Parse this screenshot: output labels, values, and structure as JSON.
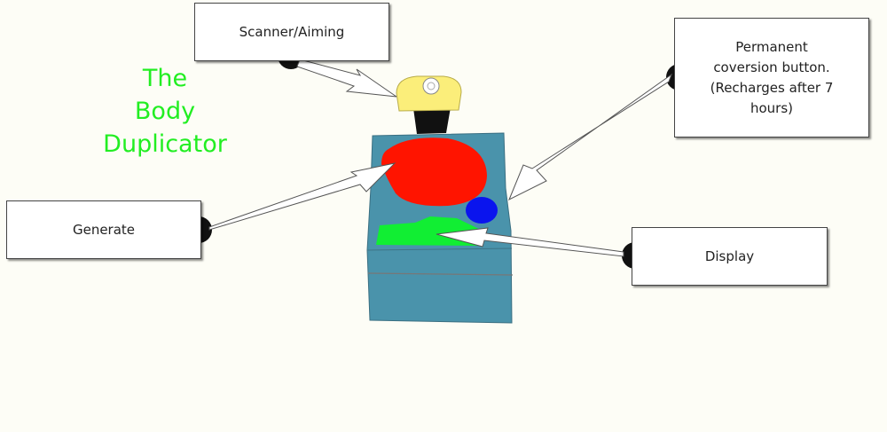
{
  "title": "The\nBody\nDuplicator",
  "callouts": {
    "scanner": "Scanner/Aiming",
    "conversion_button": "Permanent\ncoversion button.\n(Recharges after 7\nhours)",
    "generate": "Generate",
    "display": "Display"
  },
  "colors": {
    "title_green": "#22ee22",
    "body_blue": "#4a93ab",
    "generator_red": "#ff1400",
    "button_blue": "#0a14ee",
    "display_green": "#11ee33",
    "scanner_yellow": "#fbee7a"
  }
}
